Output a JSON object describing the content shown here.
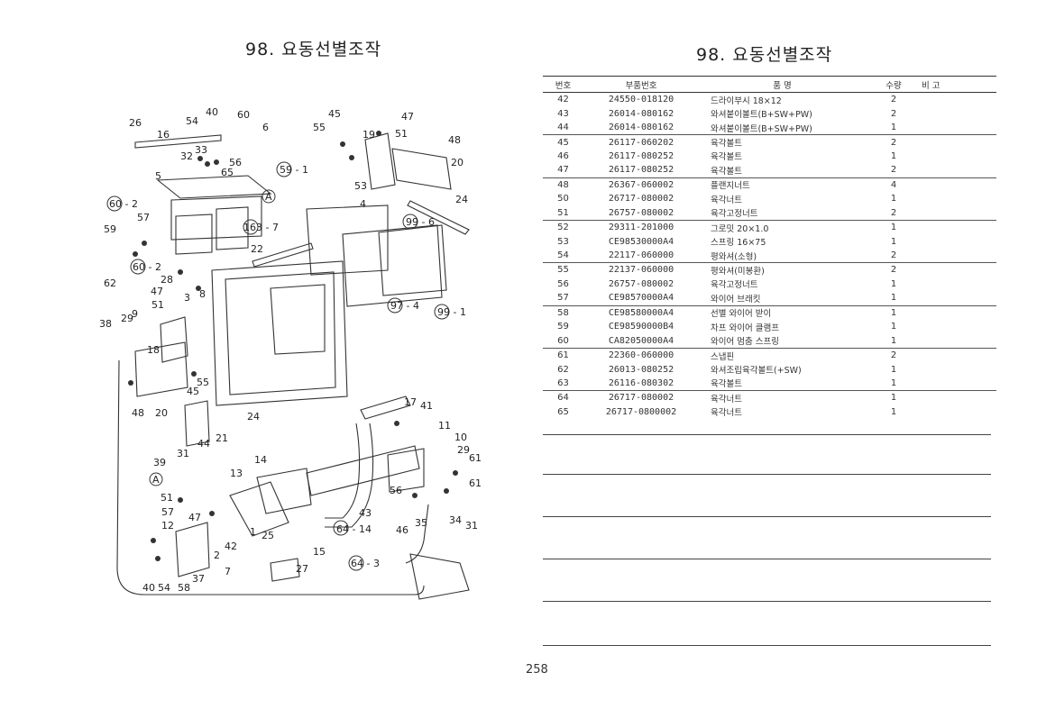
{
  "page": {
    "left_title": "98. 요동선별조작",
    "right_title": "98. 요동선별조작",
    "page_number": "258"
  },
  "table": {
    "headers": {
      "no": "번호",
      "part_no": "부품번호",
      "name": "품      명",
      "qty": "수량",
      "remarks": "비  고"
    },
    "groups": [
      [
        {
          "no": "42",
          "part_no": "24550-018120",
          "name": "드라이부시 18×12",
          "qty": "2"
        },
        {
          "no": "43",
          "part_no": "26014-080162",
          "name": "와셔붙이볼트(B+SW+PW)",
          "qty": "2"
        },
        {
          "no": "44",
          "part_no": "26014-080162",
          "name": "와셔붙이볼트(B+SW+PW)",
          "qty": "1"
        }
      ],
      [
        {
          "no": "45",
          "part_no": "26117-060202",
          "name": "육각볼트",
          "qty": "2"
        },
        {
          "no": "46",
          "part_no": "26117-080252",
          "name": "육각볼트",
          "qty": "1"
        },
        {
          "no": "47",
          "part_no": "26117-080252",
          "name": "육각볼트",
          "qty": "2"
        }
      ],
      [
        {
          "no": "48",
          "part_no": "26367-060002",
          "name": "플랜지너트",
          "qty": "4"
        },
        {
          "no": "50",
          "part_no": "26717-080002",
          "name": "육각너트",
          "qty": "1"
        },
        {
          "no": "51",
          "part_no": "26757-080002",
          "name": "육각고정너트",
          "qty": "2"
        }
      ],
      [
        {
          "no": "52",
          "part_no": "29311-201000",
          "name": "그로밋 20×1.0",
          "qty": "1"
        },
        {
          "no": "53",
          "part_no": "CE98530000A4",
          "name": "스프링 16×75",
          "qty": "1"
        },
        {
          "no": "54",
          "part_no": "22117-060000",
          "name": "평와셔(소형)",
          "qty": "2"
        }
      ],
      [
        {
          "no": "55",
          "part_no": "22137-060000",
          "name": "평와셔(미봉환)",
          "qty": "2"
        },
        {
          "no": "56",
          "part_no": "26757-080002",
          "name": "육각고정너트",
          "qty": "1"
        },
        {
          "no": "57",
          "part_no": "CE98570000A4",
          "name": "와이어 브래킷",
          "qty": "1"
        }
      ],
      [
        {
          "no": "58",
          "part_no": "CE98580000A4",
          "name": "선별 와이어 받이",
          "qty": "1"
        },
        {
          "no": "59",
          "part_no": "CE98590000B4",
          "name": "차프 와이어 클램프",
          "qty": "1"
        },
        {
          "no": "60",
          "part_no": "CA82050000A4",
          "name": "와이어 멈춤 스프링",
          "qty": "1"
        }
      ],
      [
        {
          "no": "61",
          "part_no": "22360-060000",
          "name": "스냅핀",
          "qty": "2"
        },
        {
          "no": "62",
          "part_no": "26013-080252",
          "name": "와셔조립육각볼트(+SW)",
          "qty": "1"
        },
        {
          "no": "63",
          "part_no": "26116-080302",
          "name": "육각볼트",
          "qty": "1"
        }
      ],
      [
        {
          "no": "64",
          "part_no": "26717-080002",
          "name": "육각너트",
          "qty": "1"
        },
        {
          "no": "65",
          "part_no": "26717-0800002",
          "name": "육각너트",
          "qty": "1"
        }
      ]
    ]
  },
  "diagram_labels": {
    "l26": "26",
    "l16": "16",
    "l54": "54",
    "l40": "40",
    "l60": "60",
    "l6": "6",
    "l32": "32",
    "l33": "33",
    "l56": "56",
    "l65": "65",
    "l5": "5",
    "l60a": "60 - 2",
    "l59": "59",
    "l57": "57",
    "l62": "62",
    "l60b": "60 - 2",
    "l28": "28",
    "l47": "47",
    "l3": "3",
    "l8": "8",
    "l51": "51",
    "l38": "38",
    "l29": "29",
    "l9": "9",
    "l18": "18",
    "l55": "55",
    "l45": "45",
    "l48": "48",
    "l20": "20",
    "l24": "24",
    "l22": "22",
    "l44": "44",
    "l21": "21",
    "l163": "163 - 7",
    "l59c": "59 - 1",
    "l45b": "45",
    "l47b": "47",
    "l55b": "55",
    "l19": "19",
    "l51b": "51",
    "l48b": "48",
    "l20b": "20",
    "l53": "53",
    "l4": "4",
    "l24b": "24",
    "l99a": "99 - 6",
    "l97": "97 - 4",
    "l99b": "99 - 1",
    "l17": "17",
    "l41": "41",
    "l11": "11",
    "l10": "10",
    "l29b": "29",
    "l61": "61",
    "l61b": "61",
    "l34": "34",
    "l31b": "31",
    "l35": "35",
    "l46": "46",
    "l43": "43",
    "l56b": "56",
    "l64a": "64 - 14",
    "l64b": "64 - 3",
    "l31": "31",
    "l39": "39",
    "l13": "13",
    "l14": "14",
    "l51c": "51",
    "l57b": "57",
    "l47c": "47",
    "l12": "12",
    "l1": "1",
    "l25": "25",
    "l15": "15",
    "l42": "42",
    "l2": "2",
    "l7": "7",
    "l37": "37",
    "l27": "27",
    "l40b": "40",
    "l54b": "54",
    "l58": "58",
    "lA1": "A",
    "lA2": "A"
  }
}
